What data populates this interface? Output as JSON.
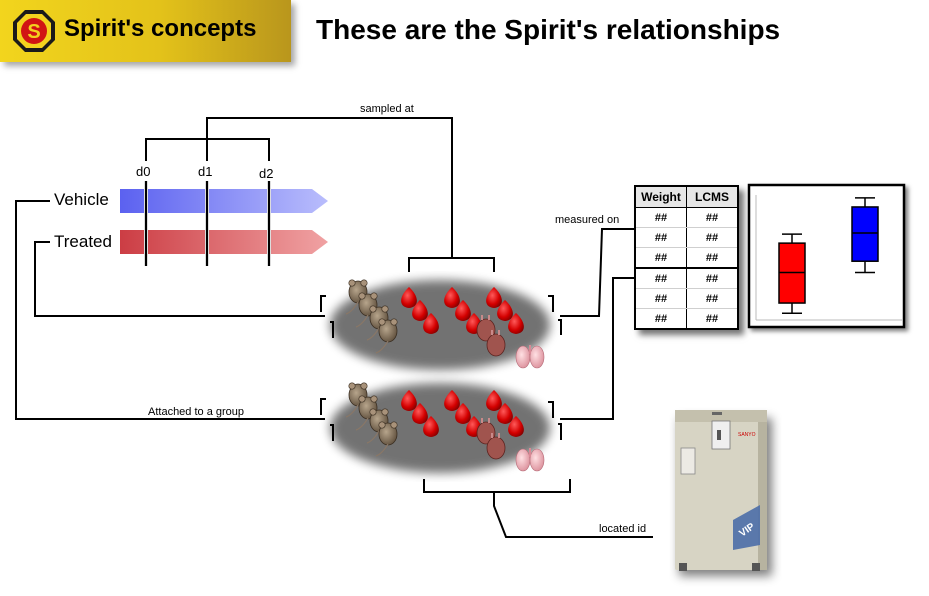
{
  "header": {
    "badge_title": "Spirit's concepts",
    "logo_letter": "S",
    "title": "These are the Spirit's relationships"
  },
  "timeline": {
    "groups": [
      {
        "label": "Vehicle",
        "color": "#6a6ff0"
      },
      {
        "label": "Treated",
        "color": "#d2444a"
      }
    ],
    "phases": [
      "d0",
      "d1",
      "d2"
    ]
  },
  "relations": {
    "sampled_at": "sampled at",
    "measured_on": "measured on",
    "attached_to_group": "Attached to a group",
    "located_id": "located id"
  },
  "results_table": {
    "headers": [
      "Weight",
      "LCMS"
    ],
    "rows": [
      [
        "##",
        "##"
      ],
      [
        "##",
        "##"
      ],
      [
        "##",
        "##"
      ],
      [
        "##",
        "##"
      ],
      [
        "##",
        "##"
      ],
      [
        "##",
        "##"
      ]
    ]
  },
  "boxplot": {
    "series": [
      {
        "color": "#ff0000",
        "min": 0.06,
        "q1": 0.15,
        "median": 0.42,
        "q3": 0.68,
        "max": 0.76
      },
      {
        "color": "#0000ff",
        "min": 0.42,
        "q1": 0.52,
        "median": 0.77,
        "q3": 1.0,
        "max": 1.08
      }
    ]
  },
  "freezer": {
    "brand": "SANYO",
    "model": "VIP"
  }
}
